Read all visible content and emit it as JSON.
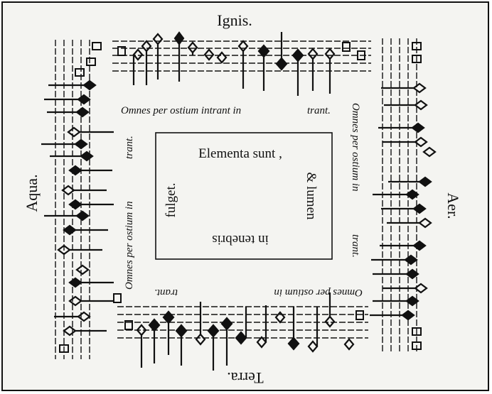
{
  "elements": {
    "top": "Ignis.",
    "right": "Aer.",
    "bottom": "Terra.",
    "left": "Aqua."
  },
  "rubric": {
    "top_a": "Omnes per ostium intrant in",
    "top_b": "trant.",
    "right": "Omnes per ostium in",
    "right_b": "trant.",
    "bottom": "Omnes per ostium in",
    "bottom_b": "trant.",
    "left": "Omnes per ostium in",
    "left_b": "trant."
  },
  "center_text": {
    "line1": "Elementa sunt ,",
    "line2": "& lumen",
    "line3": "in tenebris",
    "line4": "fulget."
  },
  "colors": {
    "ink": "#111111",
    "paper": "#f4f4f1",
    "frame": "#111111"
  }
}
